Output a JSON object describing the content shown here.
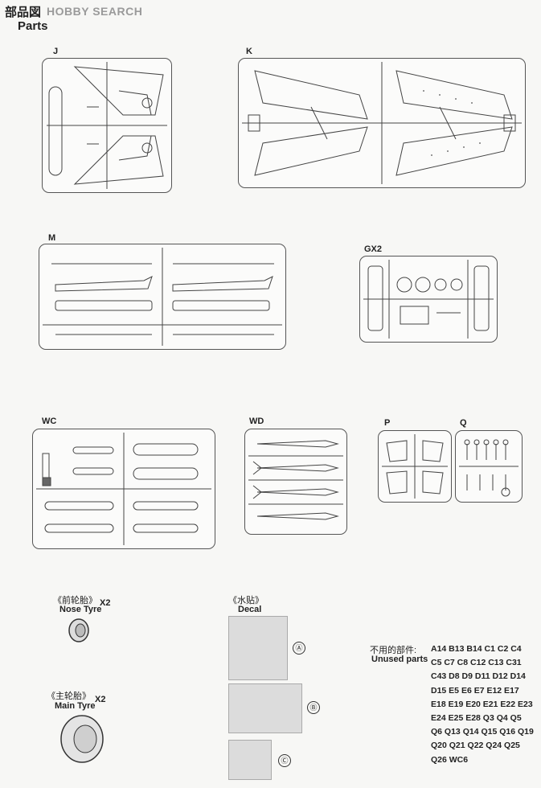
{
  "header": {
    "title_cn": "部品図",
    "logo_text": "HOBBY SEARCH",
    "title_en": "Parts"
  },
  "sprues": {
    "J": "J",
    "K": "K",
    "M": "M",
    "GX2": "GX2",
    "WC": "WC",
    "WD": "WD",
    "P": "P",
    "Q": "Q"
  },
  "tyres": {
    "nose_cn": "《前轮胎》",
    "nose_en": "Nose Tyre",
    "nose_qty": "X2",
    "main_cn": "《主轮胎》",
    "main_en": "Main Tyre",
    "main_qty": "X2"
  },
  "decal": {
    "title_cn": "《水贴》",
    "title_en": "Decal",
    "sheets": [
      "Ⓐ",
      "Ⓑ",
      "Ⓒ"
    ]
  },
  "unused": {
    "label_cn": "不用的部件:",
    "label_en": "Unused parts",
    "parts": "A14 B13 B14 C1 C2 C4 C5 C7 C8 C12 C13 C31 C43 D8 D9 D11 D12 D14 D15 E5 E6 E7 E12 E17 E18 E19 E20 E21 E22 E23 E24 E25 E28 Q3 Q4 Q5 Q6 Q13 Q14 Q15 Q16 Q19 Q20 Q21 Q22 Q24 Q25 Q26 WC6"
  }
}
